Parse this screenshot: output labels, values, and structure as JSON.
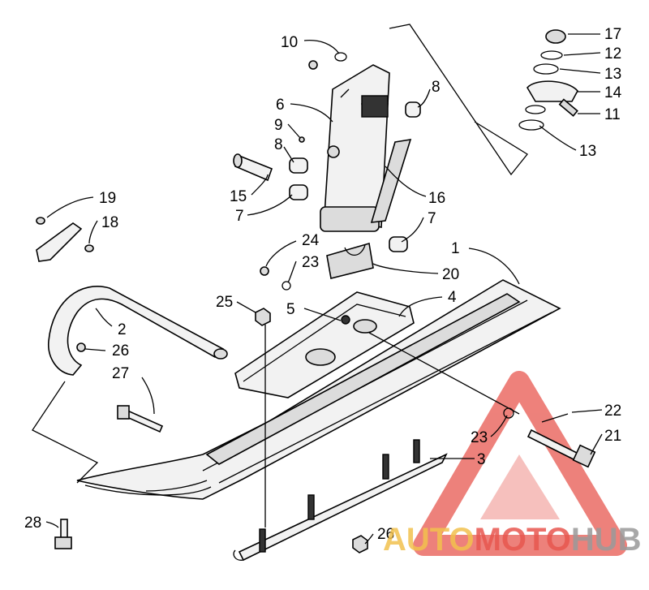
{
  "callouts": [
    {
      "id": "c1",
      "text": "1"
    },
    {
      "id": "c2",
      "text": "2"
    },
    {
      "id": "c3",
      "text": "3"
    },
    {
      "id": "c4",
      "text": "4"
    },
    {
      "id": "c5",
      "text": "5"
    },
    {
      "id": "c6",
      "text": "6"
    },
    {
      "id": "c7a",
      "text": "7"
    },
    {
      "id": "c7b",
      "text": "7"
    },
    {
      "id": "c8a",
      "text": "8"
    },
    {
      "id": "c8b",
      "text": "8"
    },
    {
      "id": "c9",
      "text": "9"
    },
    {
      "id": "c10",
      "text": "10"
    },
    {
      "id": "c11",
      "text": "11"
    },
    {
      "id": "c12",
      "text": "12"
    },
    {
      "id": "c13a",
      "text": "13"
    },
    {
      "id": "c13b",
      "text": "13"
    },
    {
      "id": "c14",
      "text": "14"
    },
    {
      "id": "c15",
      "text": "15"
    },
    {
      "id": "c16",
      "text": "16"
    },
    {
      "id": "c17",
      "text": "17"
    },
    {
      "id": "c18",
      "text": "18"
    },
    {
      "id": "c19",
      "text": "19"
    },
    {
      "id": "c20",
      "text": "20"
    },
    {
      "id": "c21",
      "text": "21"
    },
    {
      "id": "c22",
      "text": "22"
    },
    {
      "id": "c23a",
      "text": "23"
    },
    {
      "id": "c23b",
      "text": "23"
    },
    {
      "id": "c24",
      "text": "24"
    },
    {
      "id": "c25",
      "text": "25"
    },
    {
      "id": "c26a",
      "text": "26"
    },
    {
      "id": "c26b",
      "text": "26"
    },
    {
      "id": "c27",
      "text": "27"
    },
    {
      "id": "c28",
      "text": "28"
    }
  ],
  "watermark": {
    "part1": "AUTO",
    "part2": "MOTO",
    "part3": "HUB",
    "color_red": "#e8574f",
    "color_yellow": "#f2c14e",
    "color_gray": "#9a9a9a"
  }
}
